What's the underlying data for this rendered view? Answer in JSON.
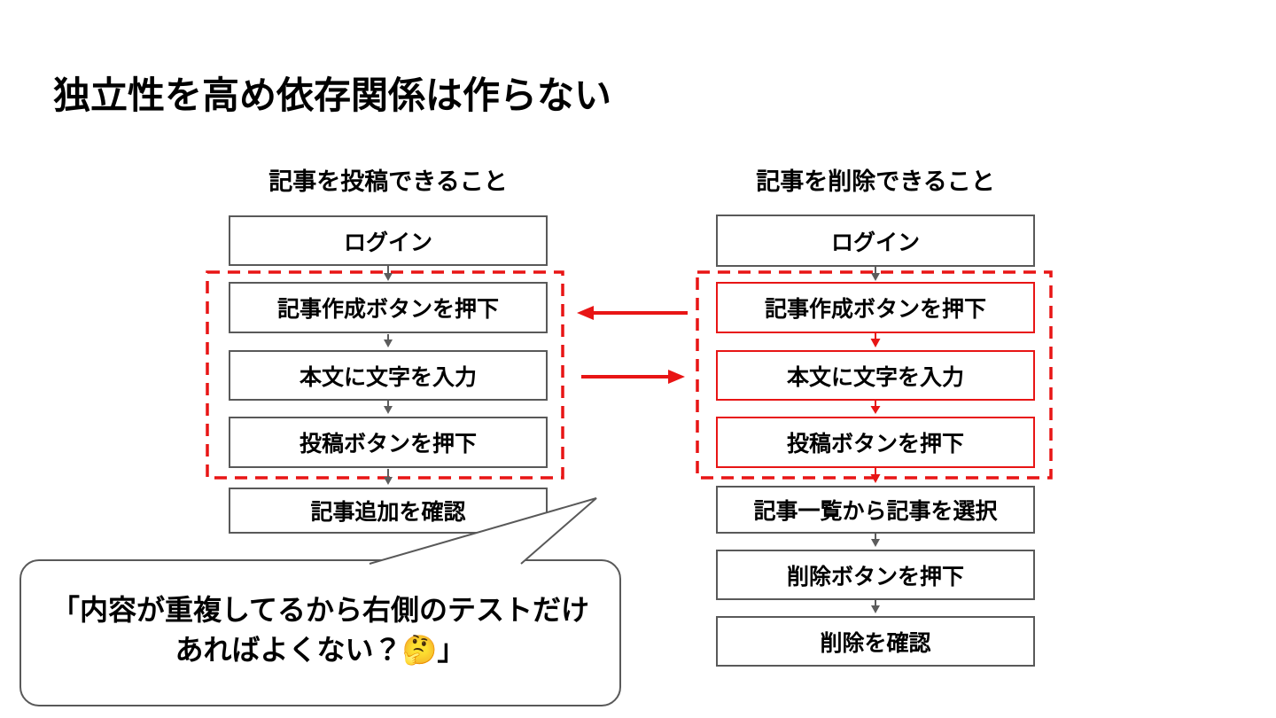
{
  "slide": {
    "title": "独立性を高め依存関係は作らない"
  },
  "colors": {
    "red": "#e81515",
    "border-gray": "#595959",
    "arrow-gray": "#5c5c5c"
  },
  "flows": {
    "left": {
      "title": "記事を投稿できること",
      "steps": [
        {
          "label": "ログイン"
        },
        {
          "label": "記事作成ボタンを押下"
        },
        {
          "label": "本文に文字を入力"
        },
        {
          "label": "投稿ボタンを押下"
        },
        {
          "label": "記事追加を確認"
        }
      ]
    },
    "right": {
      "title": "記事を削除できること",
      "steps": [
        {
          "label": "ログイン"
        },
        {
          "label": "記事作成ボタンを押下"
        },
        {
          "label": "本文に文字を入力"
        },
        {
          "label": "投稿ボタンを押下"
        },
        {
          "label": "記事一覧から記事を選択"
        },
        {
          "label": "削除ボタンを押下"
        },
        {
          "label": "削除を確認"
        }
      ]
    }
  },
  "callout": {
    "line1": "「内容が重複してるから右側のテストだけ",
    "line2": "あればよくない？",
    "emoji": "🤔",
    "closing": "」"
  }
}
